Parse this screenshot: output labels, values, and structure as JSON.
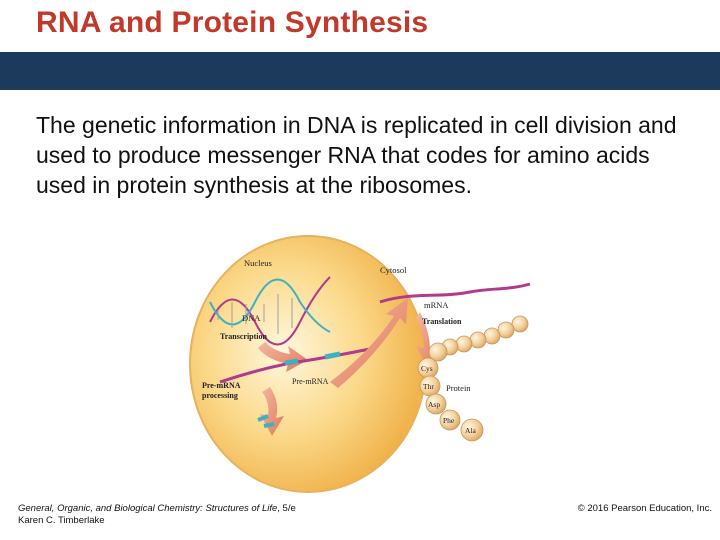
{
  "slide": {
    "title": "RNA and Protein Synthesis",
    "body": "The genetic information in DNA is replicated in cell division and used to produce messenger RNA that codes for amino acids used in protein synthesis at the ribosomes."
  },
  "diagram": {
    "labels": {
      "nucleus": "Nucleus",
      "cytosol": "Cytosol",
      "dna": "DNA",
      "transcription": "Transcription",
      "pre_mrna": "Pre-mRNA",
      "pre_mrna_processing_1": "Pre-mRNA",
      "pre_mrna_processing_2": "processing",
      "mrna": "mRNA",
      "translation": "Translation",
      "protein": "Protein"
    },
    "amino_acids": [
      "Cys",
      "Thr",
      "Asp",
      "Phe",
      "Ala"
    ]
  },
  "footer": {
    "book_title": "General, Organic, and Biological Chemistry: Structures of Life",
    "edition": ", 5/e",
    "author": "Karen C. Timberlake",
    "copyright": "© 2016 Pearson Education, Inc."
  }
}
